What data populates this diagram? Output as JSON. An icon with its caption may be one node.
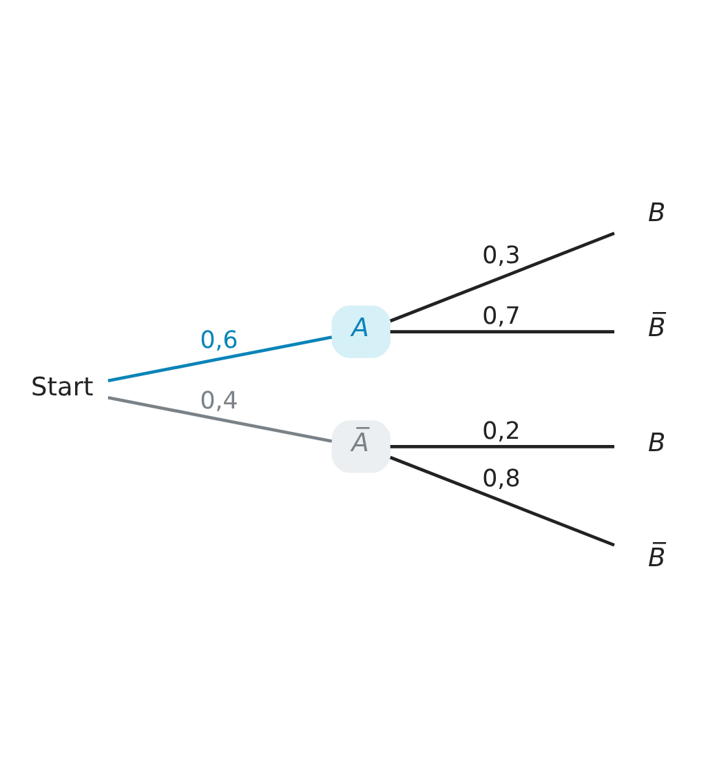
{
  "diagram": {
    "nodes": [
      {
        "text": [
          "Start"
        ]
      },
      {
        "text": [
          "A"
        ]
      },
      {
        "text": [
          "A̅"
        ]
      },
      {
        "text": [
          "B"
        ]
      },
      {
        "text": [
          "B̅"
        ]
      },
      {
        "text": [
          "B"
        ]
      },
      {
        "text": [
          "B̅"
        ]
      }
    ],
    "edges": [
      {
        "from": 0,
        "to": 1,
        "arrow": "none",
        "label": "0,6",
        "color": "#0a84b8"
      },
      {
        "from": 0,
        "to": 2,
        "arrow": "none",
        "label": "0,4",
        "color": "#7a8288"
      },
      {
        "from": 1,
        "to": 3,
        "arrow": "none",
        "label": "0,3"
      },
      {
        "from": 1,
        "to": 4,
        "arrow": "none",
        "label": "0,7"
      },
      {
        "from": 2,
        "to": 5,
        "arrow": "none",
        "label": "0,2"
      },
      {
        "from": 2,
        "to": 6,
        "arrow": "none",
        "label": "0,8"
      }
    ]
  }
}
